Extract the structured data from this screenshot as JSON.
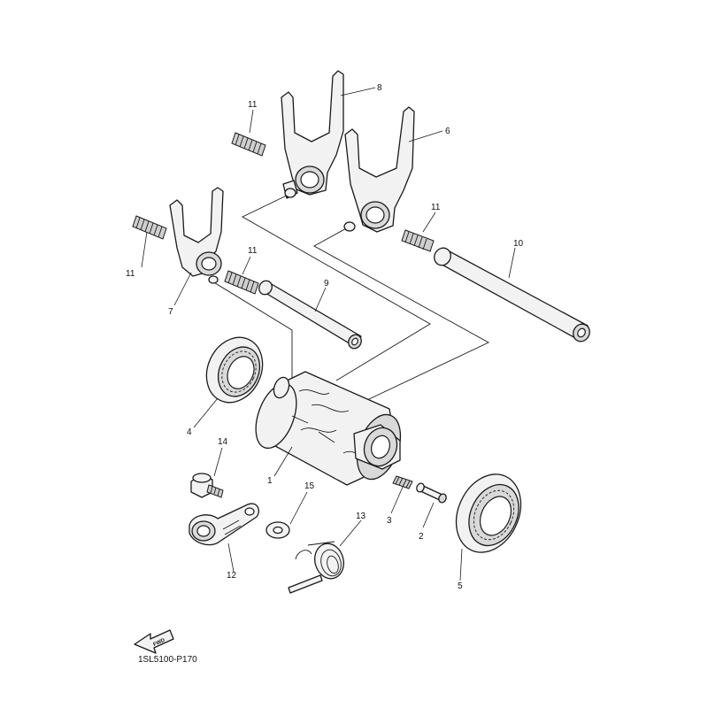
{
  "diagram": {
    "reference_code": "1SL5100-P170",
    "fwd_label": "FWD",
    "callouts": {
      "c1": "1",
      "c2": "2",
      "c3": "3",
      "c4": "4",
      "c5": "5",
      "c6": "6",
      "c7": "7",
      "c8": "8",
      "c9": "9",
      "c10": "10",
      "c11a": "11",
      "c11b": "11",
      "c11c": "11",
      "c11d": "11",
      "c12": "12",
      "c13": "13",
      "c14": "14",
      "c15": "15"
    }
  },
  "colors": {
    "line": "#1a1a1a",
    "fill": "#f2f2f2",
    "background": "#ffffff"
  }
}
